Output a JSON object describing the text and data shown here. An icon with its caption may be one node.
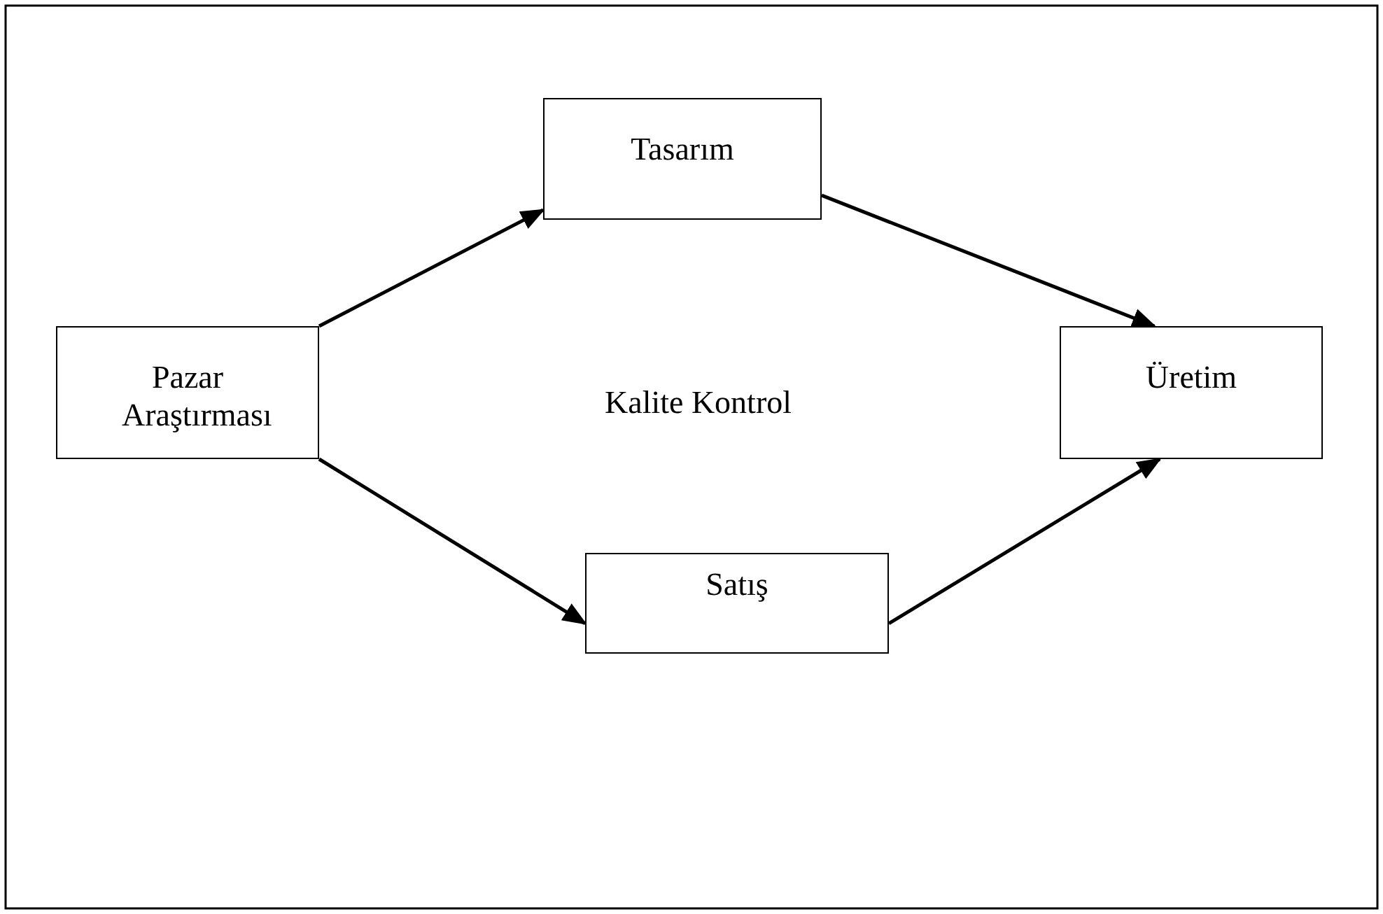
{
  "diagram": {
    "nodes": [
      {
        "text": [
          "Tasarım"
        ]
      },
      {
        "text": [
          "Pazar Araştırması"
        ]
      },
      {
        "text": [
          "Üretim"
        ]
      },
      {
        "text": [
          "Satış"
        ]
      }
    ],
    "edges": [
      {
        "from": 1,
        "to": 0,
        "arrow": "to"
      },
      {
        "from": 0,
        "to": 2,
        "arrow": "to"
      },
      {
        "from": 1,
        "to": 3,
        "arrow": "to"
      },
      {
        "from": 3,
        "to": 2,
        "arrow": "to"
      }
    ],
    "labels": [
      "Kalite Kontrol"
    ]
  }
}
